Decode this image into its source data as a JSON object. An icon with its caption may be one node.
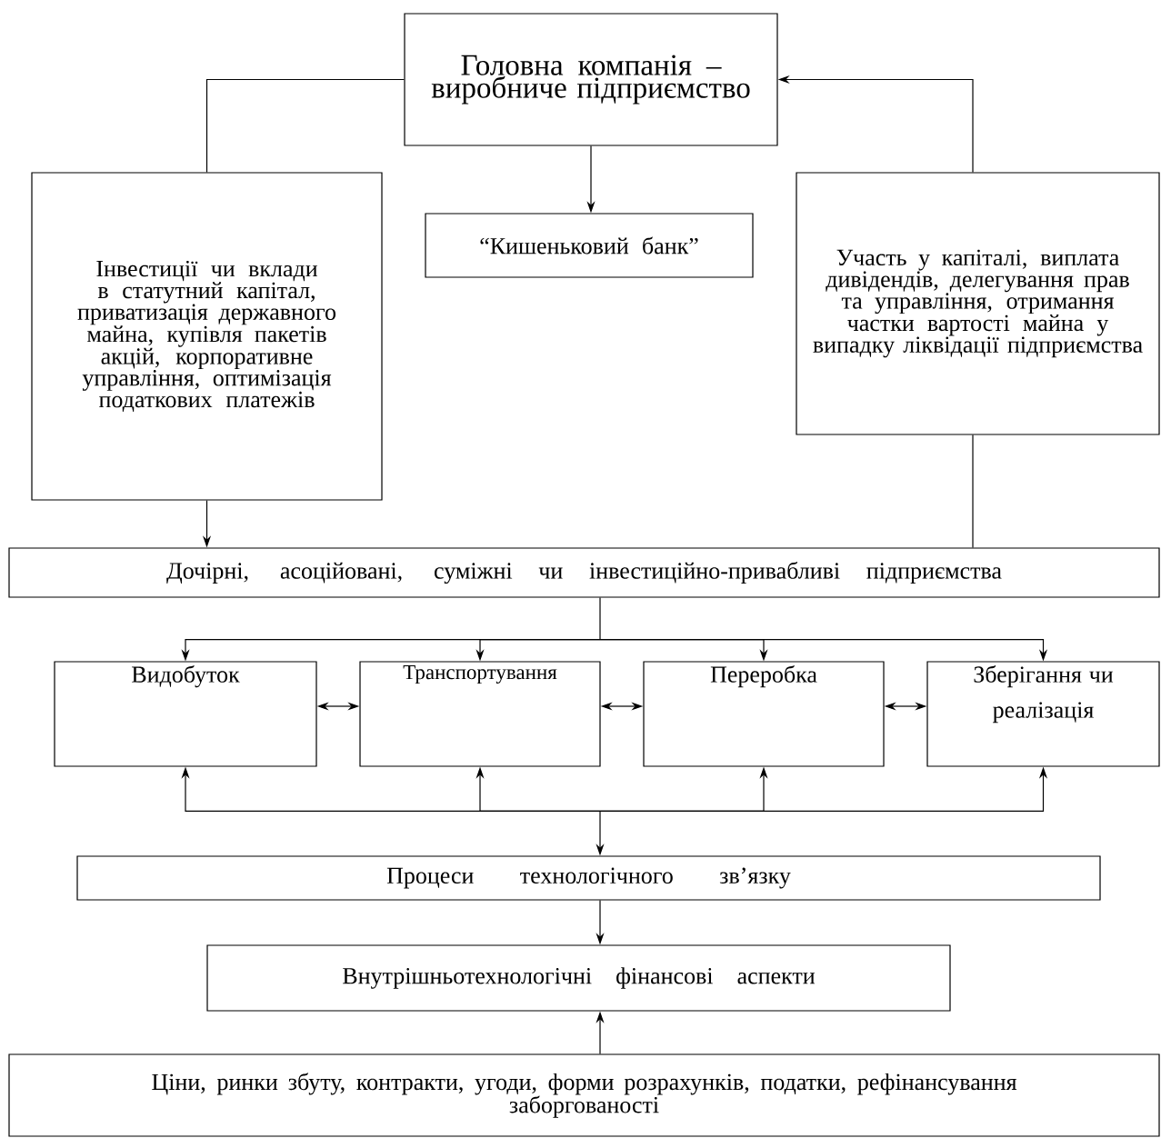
{
  "diagram": {
    "nodes": [
      {
        "text": [
          "Головна компанія – виробниче підприємство"
        ]
      },
      {
        "text": [
          "Інвестиції  чи вклади в статутний капітал, приватизація державного майна, купівля пакетів акцій, корпоративне управління, оптимізація податкових платежів"
        ]
      },
      {
        "text": [
          "“Кишеньковий банк”"
        ]
      },
      {
        "text": [
          "Участь у капіталі, виплата дивідендів, делегування прав та управління, отримання частки вартості майна у випадку ліквідації підприємства"
        ]
      },
      {
        "text": [
          "Дочірні, асоційовані, суміжні чи інвестиційно-привабливі підприємства"
        ]
      },
      {
        "text": [
          "Видобуток"
        ]
      },
      {
        "text": [
          "Транспортування"
        ]
      },
      {
        "text": [
          "Переробка"
        ]
      },
      {
        "text": [
          "Зберігання чи реалізація"
        ]
      },
      {
        "text": [
          "Процеси технологічного зв’язку"
        ]
      },
      {
        "text": [
          "Внутрішньотехнологічні фінансові аспекти"
        ]
      },
      {
        "text": [
          "Ціни, ринки збуту, контракти, угоди, форми розрахунків, податки, рефінансування заборгованості"
        ]
      }
    ],
    "edges": [
      {
        "from": 0,
        "to": 1,
        "arrow": "none"
      },
      {
        "from": 0,
        "to": 2,
        "arrow": "to"
      },
      {
        "from": 1,
        "to": 4,
        "arrow": "to"
      },
      {
        "from": 4,
        "to": 3,
        "arrow": "none"
      },
      {
        "from": 3,
        "to": 0,
        "arrow": "to"
      },
      {
        "from": 4,
        "to": 5,
        "arrow": "to"
      },
      {
        "from": 4,
        "to": 6,
        "arrow": "to"
      },
      {
        "from": 4,
        "to": 7,
        "arrow": "to"
      },
      {
        "from": 4,
        "to": 8,
        "arrow": "to"
      },
      {
        "from": 5,
        "to": 6,
        "arrow": "both"
      },
      {
        "from": 6,
        "to": 7,
        "arrow": "both"
      },
      {
        "from": 7,
        "to": 8,
        "arrow": "both"
      },
      {
        "from": 9,
        "to": 5,
        "arrow": "both"
      },
      {
        "from": 9,
        "to": 6,
        "arrow": "both"
      },
      {
        "from": 9,
        "to": 7,
        "arrow": "both"
      },
      {
        "from": 9,
        "to": 8,
        "arrow": "both"
      },
      {
        "from": 9,
        "to": 10,
        "arrow": "to"
      },
      {
        "from": 11,
        "to": 10,
        "arrow": "to"
      }
    ]
  }
}
